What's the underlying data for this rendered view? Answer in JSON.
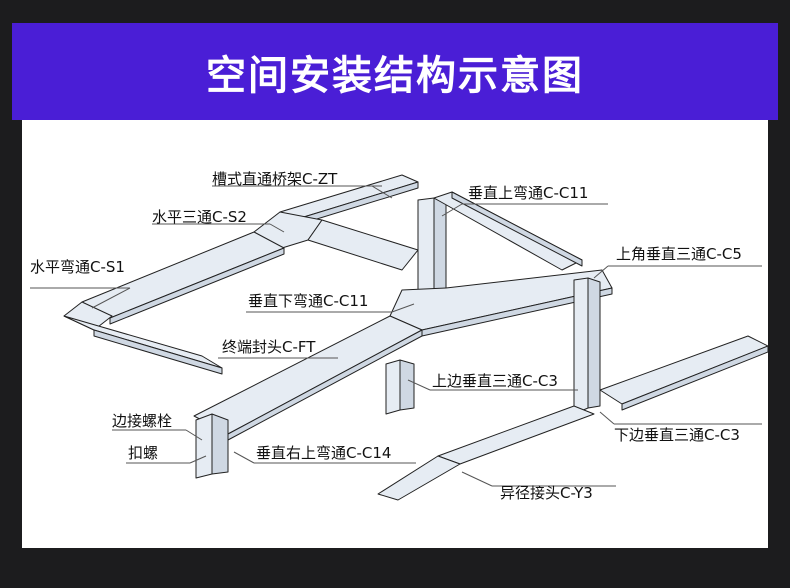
{
  "header": {
    "title": "空间安装结构示意图"
  },
  "colors": {
    "banner": "#4a1ed6",
    "background": "#1c1c1e",
    "panel": "#ffffff",
    "tray_fill": "#e6ecf3",
    "tray_stroke": "#222222"
  },
  "labels": {
    "c_zt": "槽式直通桥架C-ZT",
    "c_s2": "水平三通C-S2",
    "c_s1": "水平弯通C-S1",
    "c_c11_up": "垂直上弯通C-C11",
    "c_c5": "上角垂直三通C-C5",
    "c_c11_down": "垂直下弯通C-C11",
    "c_ft": "终端封头C-FT",
    "c_c3_up": "上边垂直三通C-C3",
    "edge_bolt": "边接螺栓",
    "buckle_screw": "扣螺",
    "c_c14": "垂直右上弯通C-C14",
    "c_c3_down": "下边垂直三通C-C3",
    "c_y3": "异径接头C-Y3"
  }
}
